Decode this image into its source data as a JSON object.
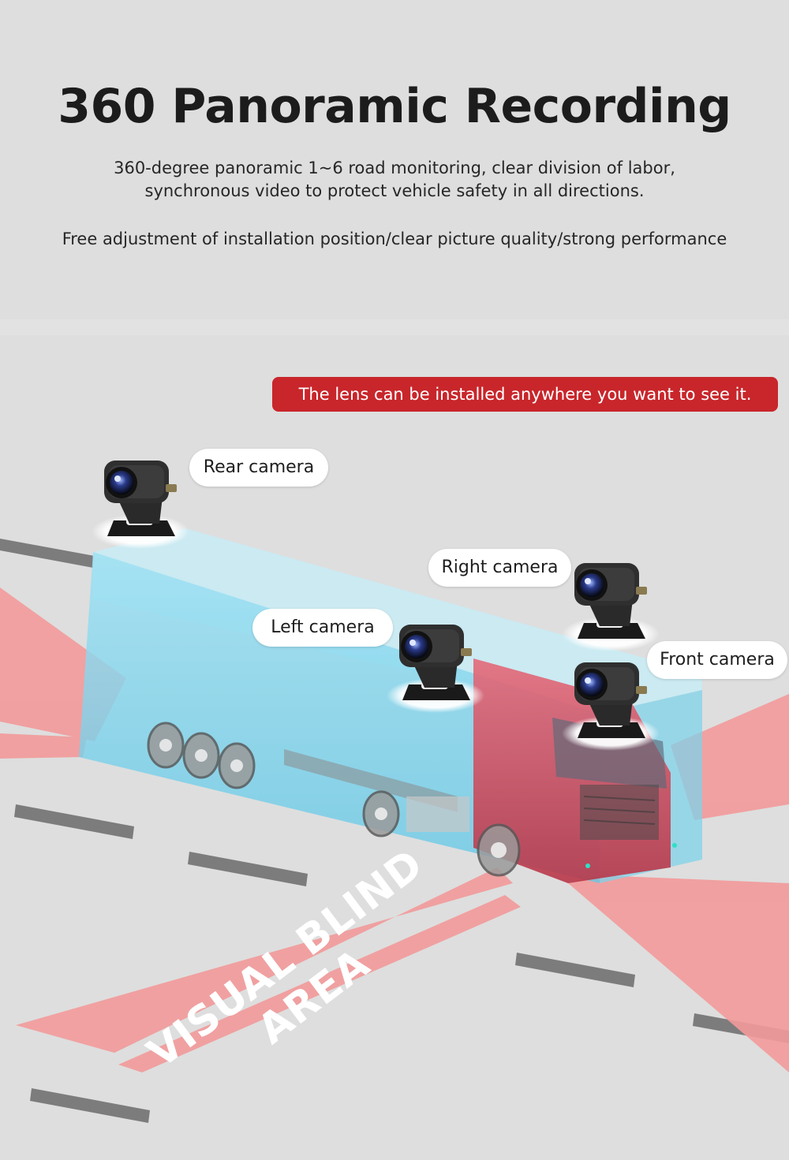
{
  "header": {
    "title": "360 Panoramic Recording",
    "description_line1": "360-degree panoramic 1~6 road monitoring, clear division of labor,",
    "description_line2": "synchronous video to protect vehicle safety in all directions.",
    "features_line": "Free adjustment of installation position/clear picture quality/strong performance"
  },
  "callout": {
    "text": "The lens can be installed anywhere you want to see it."
  },
  "camera_labels": {
    "rear": "Rear camera",
    "right": "Right camera",
    "left": "Left camera",
    "front": "Front camera"
  },
  "blind_area": {
    "text": "VISUAL BLIND AREA"
  },
  "colors": {
    "background": "#dedede",
    "callout": "#c8262b",
    "blind_zone": "#f39a9a",
    "truck_cab": "#d8445a",
    "container_tint": "#8ed8ee"
  }
}
